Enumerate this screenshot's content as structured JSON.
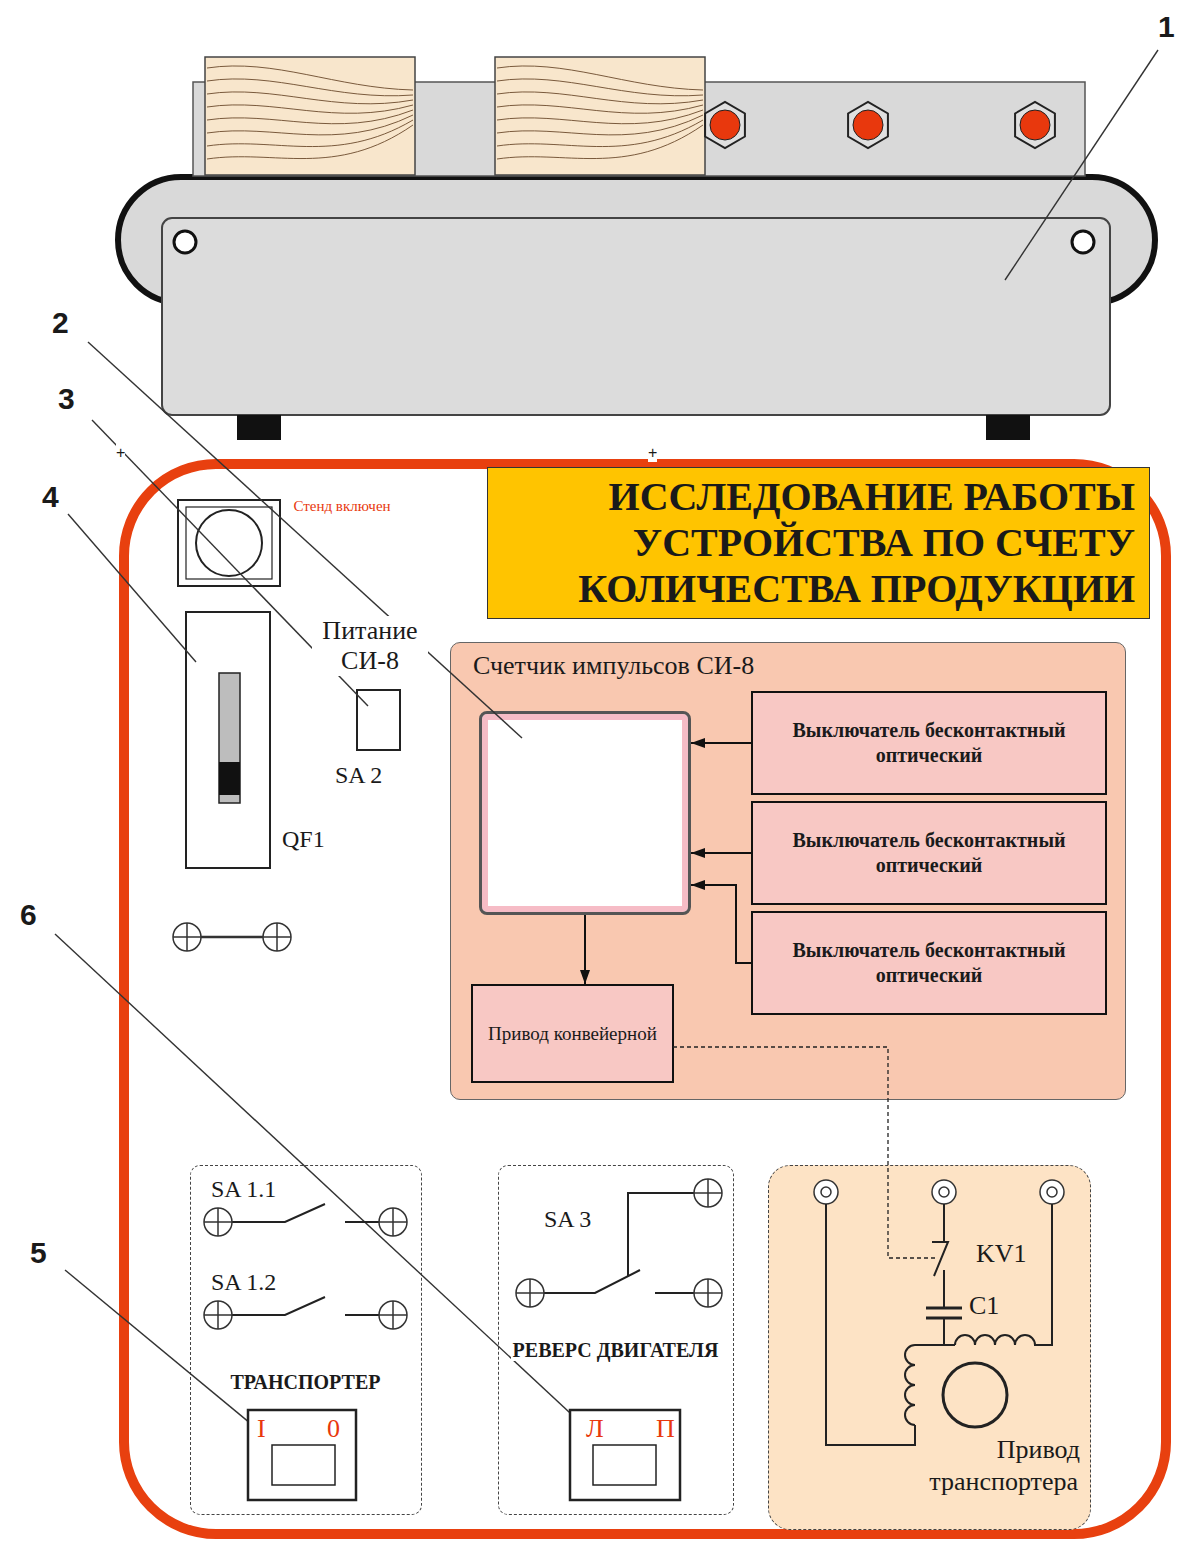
{
  "diagram": {
    "title": "ИССЛЕДОВАНИЕ РАБОТЫ УСТРОЙСТВА ПО СЧЕТУ КОЛИЧЕСТВА ПРОДУКЦИИ",
    "nodes": [
      {
        "text": [
          "Счетчик импульсов СИ-8"
        ]
      },
      {
        "text": [],
        "in": 0
      },
      {
        "text": [
          "Выключатель бесконтактный оптический"
        ],
        "in": 0
      },
      {
        "text": [
          "Выключатель бесконтактный оптический"
        ],
        "in": 0
      },
      {
        "text": [
          "Выключатель бесконтактный оптический"
        ],
        "in": 0
      },
      {
        "text": [
          "Привод конвейерной"
        ],
        "in": 0
      },
      {
        "text": [
          "SA 1.1",
          "SA 1.2",
          "ТРАНСПОРТЕР",
          "I",
          "0"
        ]
      },
      {
        "text": [
          "SA 3",
          "РЕВЕРС ДВИГАТЕЛЯ",
          "Л",
          "П"
        ]
      },
      {
        "text": [
          "KV1",
          "C1",
          "Привод транспортера"
        ]
      }
    ],
    "edges": [
      {
        "from": 2,
        "to": 1,
        "arrow": "to"
      },
      {
        "from": 3,
        "to": 1,
        "arrow": "to"
      },
      {
        "from": 4,
        "to": 1,
        "arrow": "to"
      },
      {
        "from": 1,
        "to": 5,
        "arrow": "to"
      }
    ],
    "labels": [
      "1",
      "2",
      "3",
      "4",
      "+",
      "+",
      "Стенд включен",
      "Питание СИ-8",
      "SA 2",
      "QF1",
      "5",
      "6"
    ]
  }
}
